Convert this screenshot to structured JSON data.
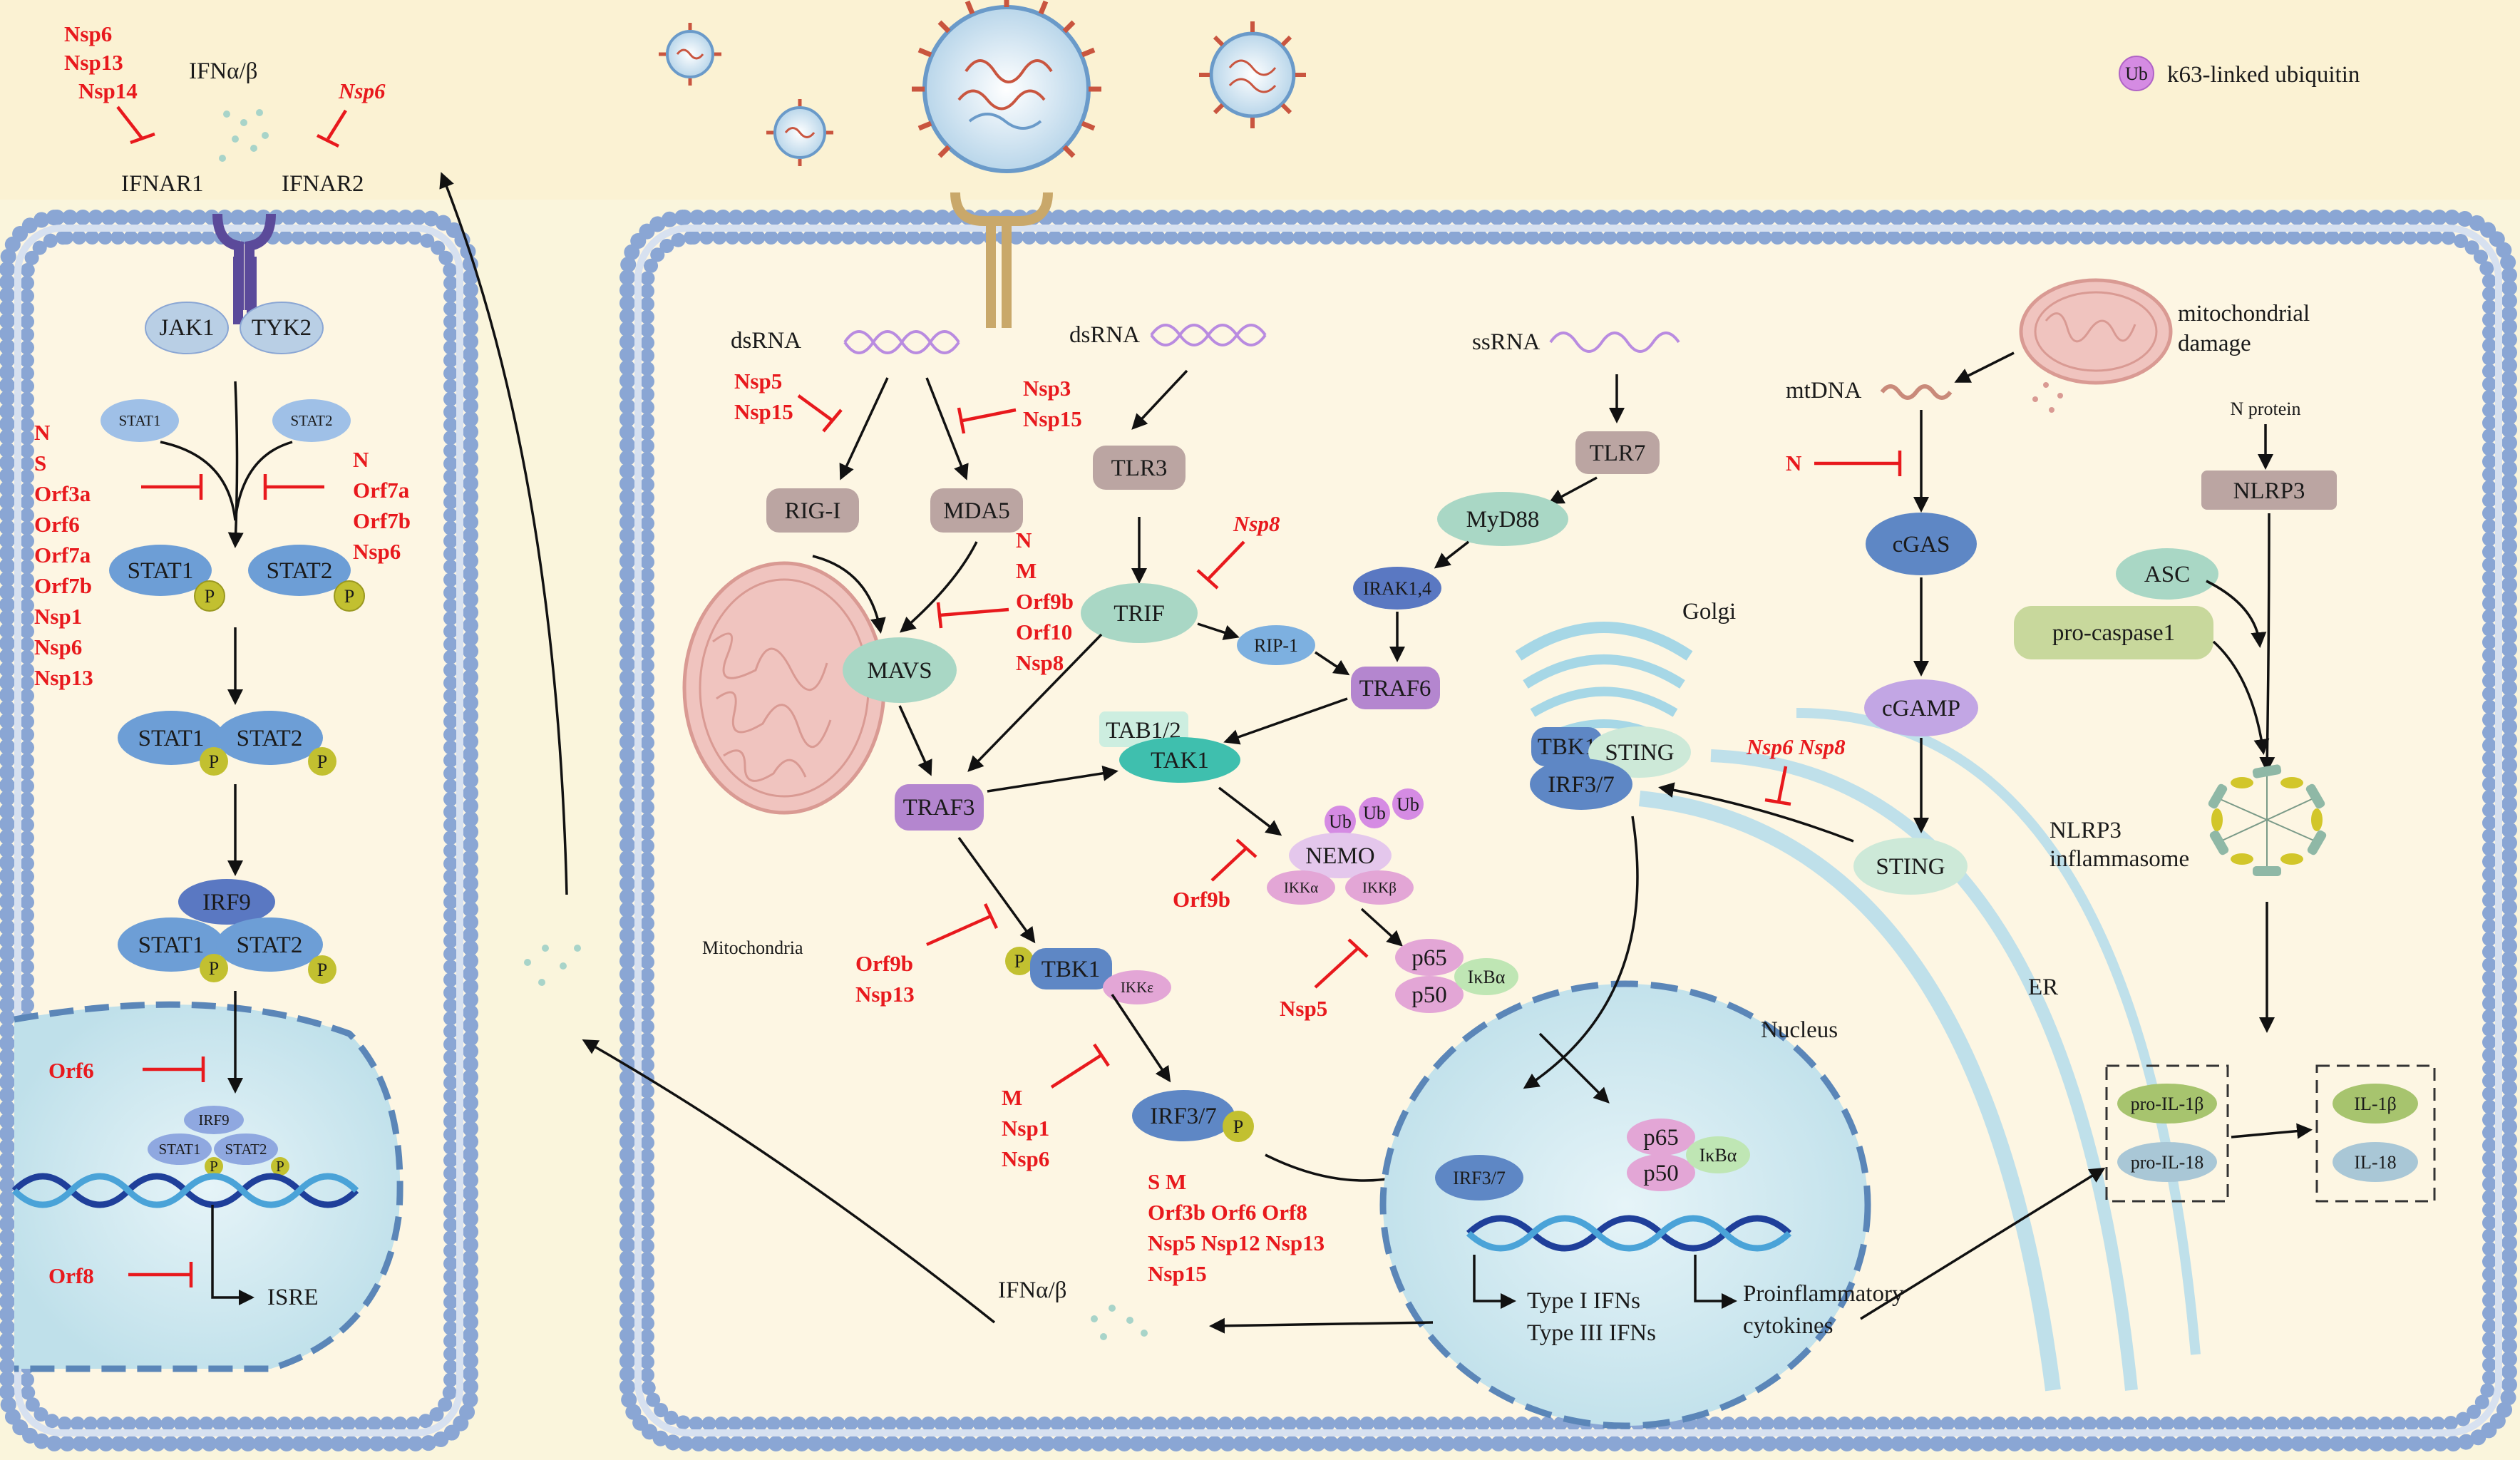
{
  "legend": {
    "ub": "Ub",
    "text": "k63-linked ubiquitin"
  },
  "ifn_top": "IFNα/β",
  "ifn_bottom": "IFNα/β",
  "ifnar1": "IFNAR1",
  "ifnar2": "IFNAR2",
  "jak1": "JAK1",
  "tyk2": "TYK2",
  "stat1": "STAT1",
  "stat2": "STAT2",
  "p": "P",
  "irf9": "IRF9",
  "isre": "ISRE",
  "dsrna": "dsRNA",
  "ssrna": "ssRNA",
  "rigi": "RIG-I",
  "mda5": "MDA5",
  "tlr3": "TLR3",
  "tlr7": "TLR7",
  "myd88": "MyD88",
  "irak": "IRAK1,4",
  "trif": "TRIF",
  "rip1": "RIP-1",
  "traf6": "TRAF6",
  "traf3": "TRAF3",
  "mavs": "MAVS",
  "tab": "TAB1/2",
  "tak1": "TAK1",
  "nemo": "NEMO",
  "ikka": "IKKα",
  "ikkb": "IKKβ",
  "ikke": "IKKε",
  "tbk1": "TBK1",
  "irf37": "IRF3/7",
  "p65": "p65",
  "p50": "p50",
  "ikba": "IκBα",
  "mito": "Mitochondria",
  "nucleus": "Nucleus",
  "golgi": "Golgi",
  "er": "ER",
  "sting": "STING",
  "cgas": "cGAS",
  "cgamp": "cGAMP",
  "mtdna": "mtDNA",
  "mito_damage": [
    "mitochondrial",
    "damage"
  ],
  "n_protein": "N protein",
  "nlrp3": "NLRP3",
  "asc": "ASC",
  "procasp": "pro-caspase1",
  "inflammasome": [
    "NLRP3",
    "inflammasome"
  ],
  "pro_il1b": "pro-IL-1β",
  "pro_il18": "pro-IL-18",
  "il1b": "IL-1β",
  "il18": "IL-18",
  "type_ifns": [
    "Type I IFNs",
    "Type III IFNs"
  ],
  "proinflam": [
    "Proinflammatory",
    "cytokines"
  ],
  "inhibitors": {
    "ifnar1": [
      "Nsp6",
      "Nsp13",
      "Nsp14"
    ],
    "ifnar2": [
      "Nsp6"
    ],
    "stat_left": [
      "N",
      "S",
      "Orf3a",
      "Orf6",
      "Orf7a",
      "Orf7b",
      "Nsp1",
      "Nsp6",
      "Nsp13"
    ],
    "stat_right": [
      "N",
      "Orf7a",
      "Orf7b",
      "Nsp6"
    ],
    "orf6": "Orf6",
    "orf8": "Orf8",
    "rigi": [
      "Nsp5",
      "Nsp15"
    ],
    "mda5": [
      "Nsp3",
      "Nsp15"
    ],
    "mavs": [
      "N",
      "M",
      "Orf9b",
      "Orf10",
      "Nsp8"
    ],
    "trif": "Nsp8",
    "nemo": "Orf9b",
    "tbk1": [
      "Orf9b",
      "Nsp13"
    ],
    "nfkb": "Nsp5",
    "irf": [
      "M",
      "Nsp1",
      "Nsp6"
    ],
    "nuclear": [
      "S  M",
      "Orf3b Orf6 Orf8",
      "Nsp5 Nsp12  Nsp13",
      "Nsp15"
    ],
    "sting": "Nsp6 Nsp8",
    "cgas": "N"
  },
  "colors": {
    "background": "#faf5dc",
    "cell": "#fdf6e3",
    "membrane": "#8aa6d4",
    "inhibitor": "#e8191d",
    "nucleus": "#cfe9f1",
    "stat": "#6d9ed6",
    "phospho": "#c2c030",
    "rna": "#b98be0",
    "pink_box": "#bba5a2",
    "teal": "#a9d7c5",
    "purple": "#b486cf"
  }
}
